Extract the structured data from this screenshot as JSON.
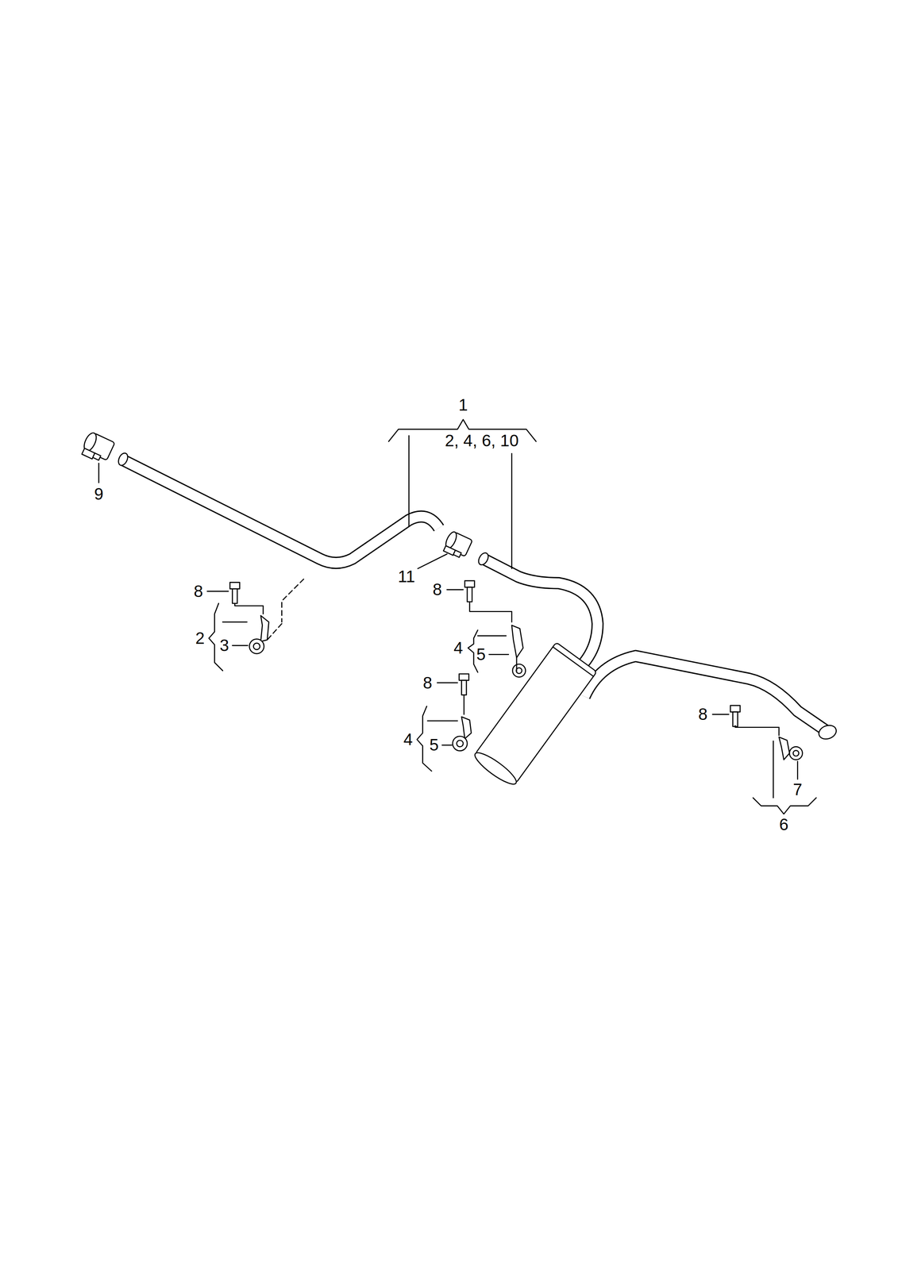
{
  "diagram": {
    "labels": [
      "1",
      "2, 4, 6, 10",
      "9",
      "11",
      "8",
      "8",
      "2",
      "3",
      "4",
      "5",
      "8",
      "8",
      "4",
      "5",
      "7",
      "6"
    ]
  }
}
